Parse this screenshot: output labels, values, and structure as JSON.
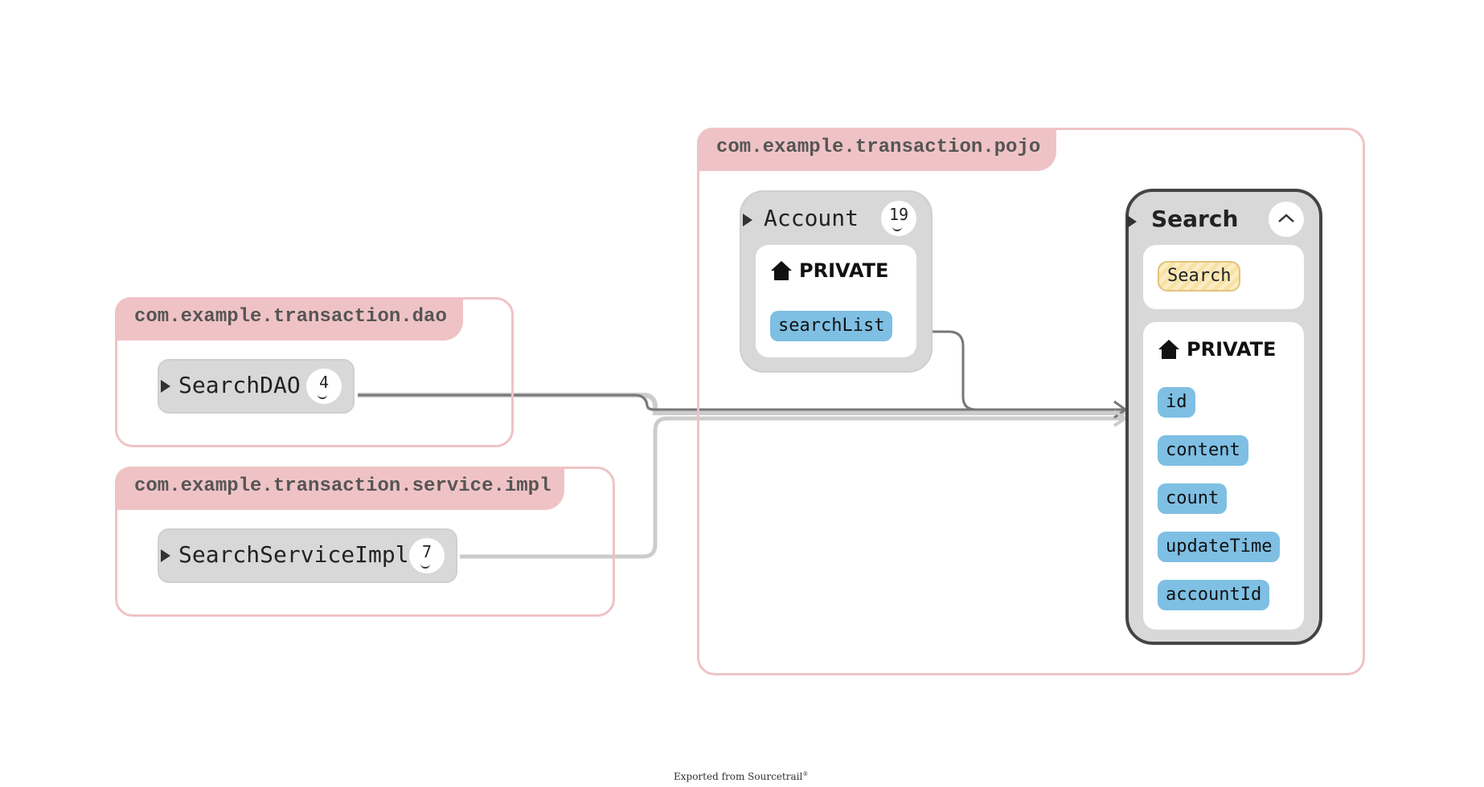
{
  "packages": {
    "dao": {
      "label": "com.example.transaction.dao"
    },
    "service_impl": {
      "label": "com.example.transaction.service.impl"
    },
    "pojo": {
      "label": "com.example.transaction.pojo"
    }
  },
  "nodes": {
    "search_dao": {
      "label": "SearchDAO",
      "count": "4"
    },
    "search_service_impl": {
      "label": "SearchServiceImpl",
      "count": "7"
    },
    "account": {
      "label": "Account",
      "count": "19",
      "access_label": "PRIVATE",
      "members": [
        "searchList"
      ]
    },
    "search": {
      "label": "Search",
      "self_reference": "Search",
      "access_label": "PRIVATE",
      "members": [
        "id",
        "content",
        "count",
        "updateTime",
        "accountId"
      ]
    }
  },
  "icons": {
    "expand": "triangle-right-icon",
    "collapse": "chevron-up-icon",
    "expand_badge": "chevron-down-icon",
    "access": "house-icon"
  },
  "colors": {
    "package_border": "#efc3c5",
    "package_tab": "#efc3c5",
    "node_fill": "#d8d8d8",
    "member_fill": "#7ebfe3",
    "self_chip_fill": "#f7e2a4",
    "edge_dark": "#777777",
    "edge_light": "#cccccc",
    "active_border": "#444444"
  },
  "footer": {
    "text": "Exported from Sourcetrail"
  }
}
